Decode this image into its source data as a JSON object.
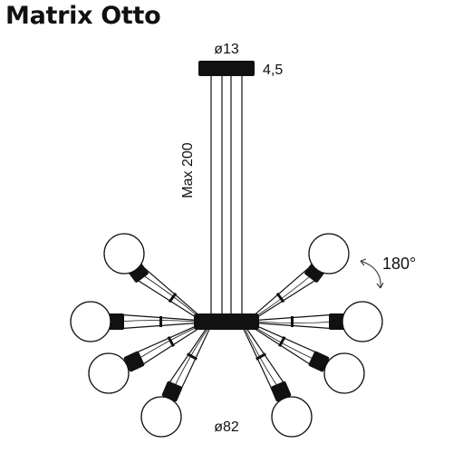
{
  "title": "Matrix Otto",
  "dimensions": {
    "canopy_diameter": "ø13",
    "canopy_height": "4,5",
    "max_drop": "Max 200",
    "rotation": "180°",
    "overall_diameter": "ø82"
  },
  "arms": {
    "left_count": 4,
    "right_count": 4
  },
  "icons": {
    "rotation": "curved-double-arrow-icon"
  }
}
